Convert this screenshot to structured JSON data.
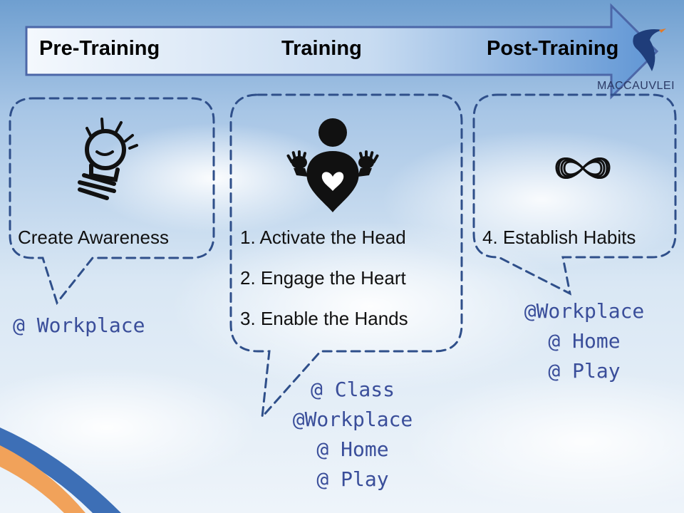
{
  "header": {
    "phases": [
      "Pre-Training",
      "Training",
      "Post-Training"
    ],
    "brand": "MACCAUVLEI"
  },
  "stages": {
    "pre": {
      "label": "Create Awareness",
      "icon": "lightbulb-icon"
    },
    "training": {
      "icon": "person-heart-hands-icon",
      "items": [
        "1. Activate the Head",
        "2. Engage the Heart",
        "3. Enable the Hands"
      ]
    },
    "post": {
      "icon": "infinity-icon",
      "items": [
        "4. Establish Habits"
      ]
    }
  },
  "locations": {
    "pre": [
      "@ Workplace"
    ],
    "training": [
      "@ Class",
      "@Workplace",
      "@ Home",
      "@ Play"
    ],
    "post": [
      "@Workplace",
      "@ Home",
      "@ Play"
    ]
  },
  "colors": {
    "accent_text": "#3a4e9a",
    "dashed_border": "#2f4f8a",
    "arrow_gradient_start": "#f4f8fd",
    "arrow_gradient_end": "#5f95d4"
  }
}
